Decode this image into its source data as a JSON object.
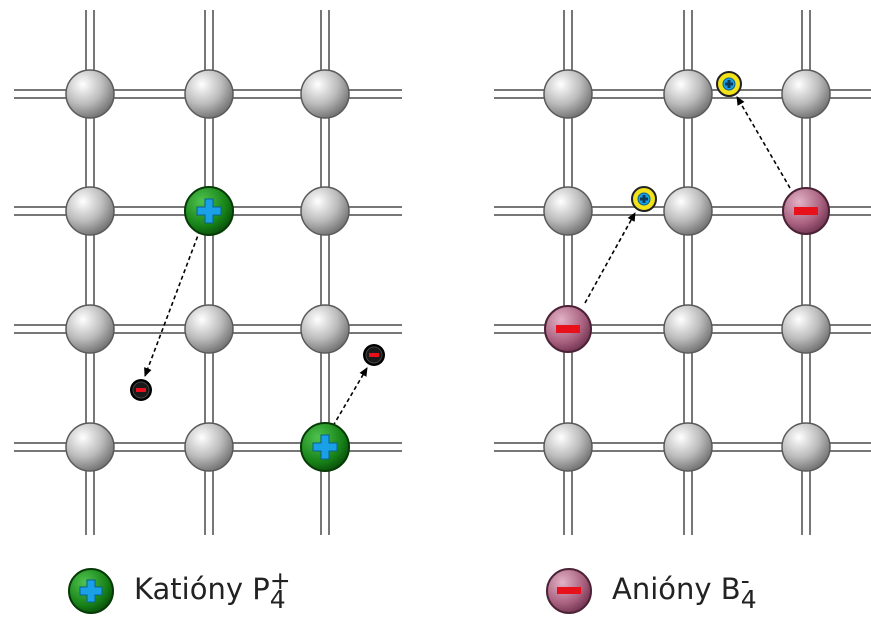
{
  "colors": {
    "lattice_atom": "#c8c8c8",
    "cation": "#1e8a1e",
    "cation_sign": "#1aa0e6",
    "anion": "#b06a86",
    "anion_sign": "#e8101a",
    "electron": "#000000",
    "electron_sign": "#e8101a",
    "hole": "#f2e21a",
    "hole_sign": "#1aa0e6"
  },
  "legend": {
    "cation": {
      "text": "Katióny",
      "symbol": "P",
      "sub": "4",
      "sup": "+"
    },
    "anion": {
      "text": "Anióny",
      "symbol": "B",
      "sub": "4",
      "sup": "-"
    }
  }
}
